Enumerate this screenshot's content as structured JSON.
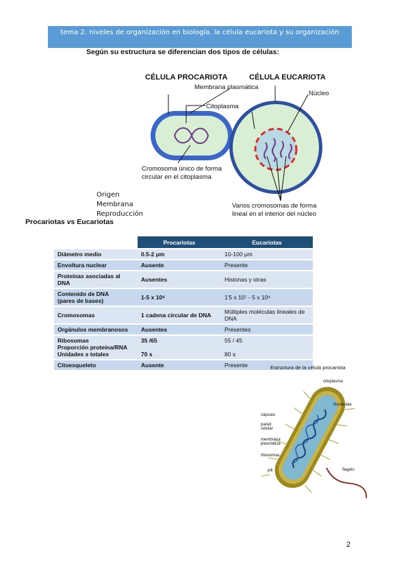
{
  "header": {
    "title": "tema 2. niveles de organización en biología. la célula eucariota y su organización"
  },
  "subtitle": "Según su estructura se diferencian dos tipos de células:",
  "figure1": {
    "proc_title": "CÉLULA PROCARIOTA",
    "euc_title": "CÉLULA EUCARIOTA",
    "membrana": "Membrana plasmática",
    "nucleo": "Núcleo",
    "citoplasma": "Citoplasma",
    "cromosoma_1": "Cromosoma único de forma",
    "cromosoma_2": "circular en el citoplasma",
    "varios_1": "Varios cromosomas de forma",
    "varios_2": "lineal en el interior del núcleo"
  },
  "list": [
    "Origen",
    "Membrana",
    "Reproducción"
  ],
  "section_title_a": "Procariotas ",
  "section_title_vs": "vs",
  "section_title_b": " Eucariotas",
  "table": {
    "headers": [
      "Procariotas",
      "Eucariotas"
    ],
    "rows": [
      {
        "label": "Diámetro medio",
        "p": "0.5-2 μm",
        "e": "10-100 μm"
      },
      {
        "label": "Envoltura nuclear",
        "p": "Ausente",
        "e": "Presente"
      },
      {
        "label": "Proteínas asociadas al DNA",
        "p": "Ausentes",
        "e": "Histonas y otras"
      },
      {
        "label": "Contenido de DNA\n(pares de bases)",
        "p": "1-5 x 10⁶",
        "e": "1'5 x 10⁷ - 5 x 10⁹"
      },
      {
        "label": "Cromosomas",
        "p": "1 cadena circular de DNA",
        "e": "Múltiples moléculas lineales de DNA"
      },
      {
        "label": "Orgánulos membranosos",
        "p": "Ausentes",
        "e": "Presentes"
      },
      {
        "label": "Ribosomas\nProporción proteína/RNA\nUnidades s totales",
        "p": "35 /65\n\n70 s",
        "e": "55 / 45\n\n80 s"
      },
      {
        "label": "Citoesqueleto",
        "p": "Ausente",
        "e": "Presente"
      }
    ]
  },
  "bacteria": {
    "title": "Estructura de la célula procariota",
    "labels": {
      "citoplasma": "citoplasma",
      "nucleoide": "Nucleoide",
      "capsula": "cápsula",
      "pared": "pared celular",
      "membrana": "membrana plasmática",
      "ribosomas": "ribosomas",
      "pili": "pili",
      "flagelo": "flagelo"
    }
  },
  "page_number": "2"
}
